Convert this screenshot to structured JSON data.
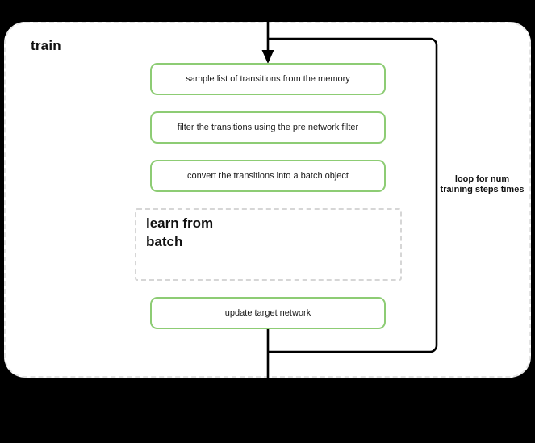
{
  "diagram": {
    "title": "train",
    "background_color": "#000000",
    "canvas_color": "#ffffff",
    "accent_color": "#8dcc74",
    "connector_color": "#000000",
    "dashed_border_color": "#e4e4e4"
  },
  "steps": [
    {
      "id": "sample",
      "label": "sample list of transitions from the memory"
    },
    {
      "id": "filter",
      "label": "filter the transitions using the pre network filter"
    },
    {
      "id": "convert",
      "label": "convert the transitions into a batch object"
    },
    {
      "id": "update",
      "label": "update target network"
    }
  ],
  "subgroup": {
    "id": "learn-from-batch",
    "label": "learn from batch",
    "style": "dashed"
  },
  "loop": {
    "label": "loop for num training steps times"
  },
  "chart_data": {
    "type": "diagram",
    "title": "train",
    "nodes": [
      {
        "id": "sample",
        "text": "sample list of transitions from the memory",
        "shape": "rounded-rect",
        "border": "#8dcc74"
      },
      {
        "id": "filter",
        "text": "filter the transitions using the pre network filter",
        "shape": "rounded-rect",
        "border": "#8dcc74"
      },
      {
        "id": "convert",
        "text": "convert the transitions into a batch object",
        "shape": "rounded-rect",
        "border": "#8dcc74"
      },
      {
        "id": "learn",
        "text": "learn from batch",
        "shape": "dashed-rect",
        "border": "#d6d6d6"
      },
      {
        "id": "update",
        "text": "update target network",
        "shape": "rounded-rect",
        "border": "#8dcc74"
      }
    ],
    "edges": [
      {
        "from": "entry",
        "to": "sample",
        "style": "arrow"
      },
      {
        "from": "sample",
        "to": "filter",
        "style": "implicit"
      },
      {
        "from": "filter",
        "to": "convert",
        "style": "implicit"
      },
      {
        "from": "convert",
        "to": "learn",
        "style": "implicit"
      },
      {
        "from": "learn",
        "to": "update",
        "style": "implicit"
      },
      {
        "from": "update",
        "to": "sample",
        "style": "loop-back",
        "label": "loop for num training steps times"
      },
      {
        "from": "update",
        "to": "exit",
        "style": "line"
      }
    ]
  }
}
